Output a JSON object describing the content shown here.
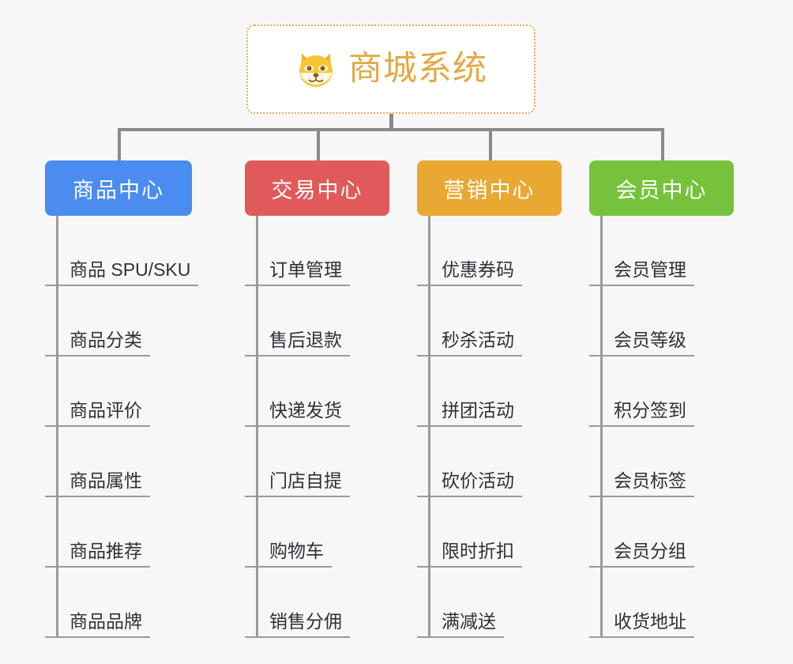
{
  "background_color": "#f7f7f7",
  "root": {
    "title": "商城系统",
    "icon": "shiba-dog-face-emoji",
    "title_color": "#e3a945",
    "border_color": "#e9ab4a"
  },
  "connector_color": "#8a8a8a",
  "leaf_line_color": "#9a9a9a",
  "leaf_text_color": "#2d3238",
  "categories": [
    {
      "label": "商品中心",
      "color": "#4a8cf0",
      "items": [
        "商品 SPU/SKU",
        "商品分类",
        "商品评价",
        "商品属性",
        "商品推荐",
        "商品品牌"
      ]
    },
    {
      "label": "交易中心",
      "color": "#e15a5a",
      "items": [
        "订单管理",
        "售后退款",
        "快递发货",
        "门店自提",
        "购物车",
        "销售分佣"
      ]
    },
    {
      "label": "营销中心",
      "color": "#e8a832",
      "items": [
        "优惠券码",
        "秒杀活动",
        "拼团活动",
        "砍价活动",
        "限时折扣",
        "满减送"
      ]
    },
    {
      "label": "会员中心",
      "color": "#76c23c",
      "items": [
        "会员管理",
        "会员等级",
        "积分签到",
        "会员标签",
        "会员分组",
        "收货地址"
      ]
    }
  ]
}
